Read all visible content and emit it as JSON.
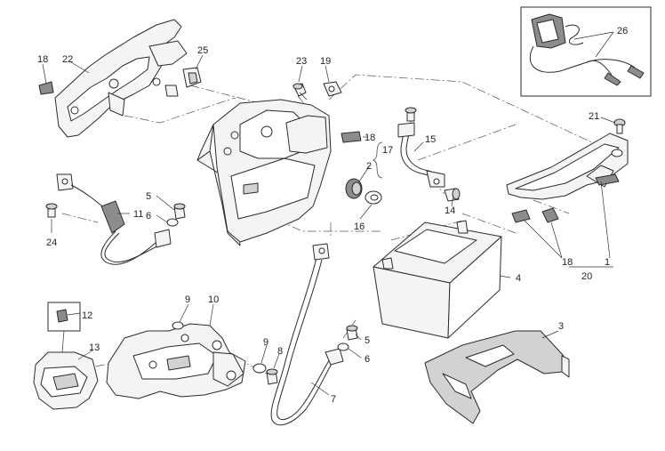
{
  "diagram": {
    "callouts": {
      "c1": "1",
      "c2": "2",
      "c3": "3",
      "c4": "4",
      "c5a": "5",
      "c5b": "5",
      "c6a": "6",
      "c6b": "6",
      "c7": "7",
      "c8": "8",
      "c9a": "9",
      "c9b": "9",
      "c10": "10",
      "c11": "11",
      "c12": "12",
      "c13": "13",
      "c14": "14",
      "c15": "15",
      "c16": "16",
      "c17": "17",
      "c18a": "18",
      "c18b": "18",
      "c18c": "18",
      "c19": "19",
      "c20": "20",
      "c21": "21",
      "c22": "22",
      "c23": "23",
      "c24": "24",
      "c25": "25",
      "c26": "26"
    },
    "colors": {
      "line": "#2b2b2b",
      "fill": "#f4f4f4",
      "shade": "#8c8c8c"
    }
  }
}
